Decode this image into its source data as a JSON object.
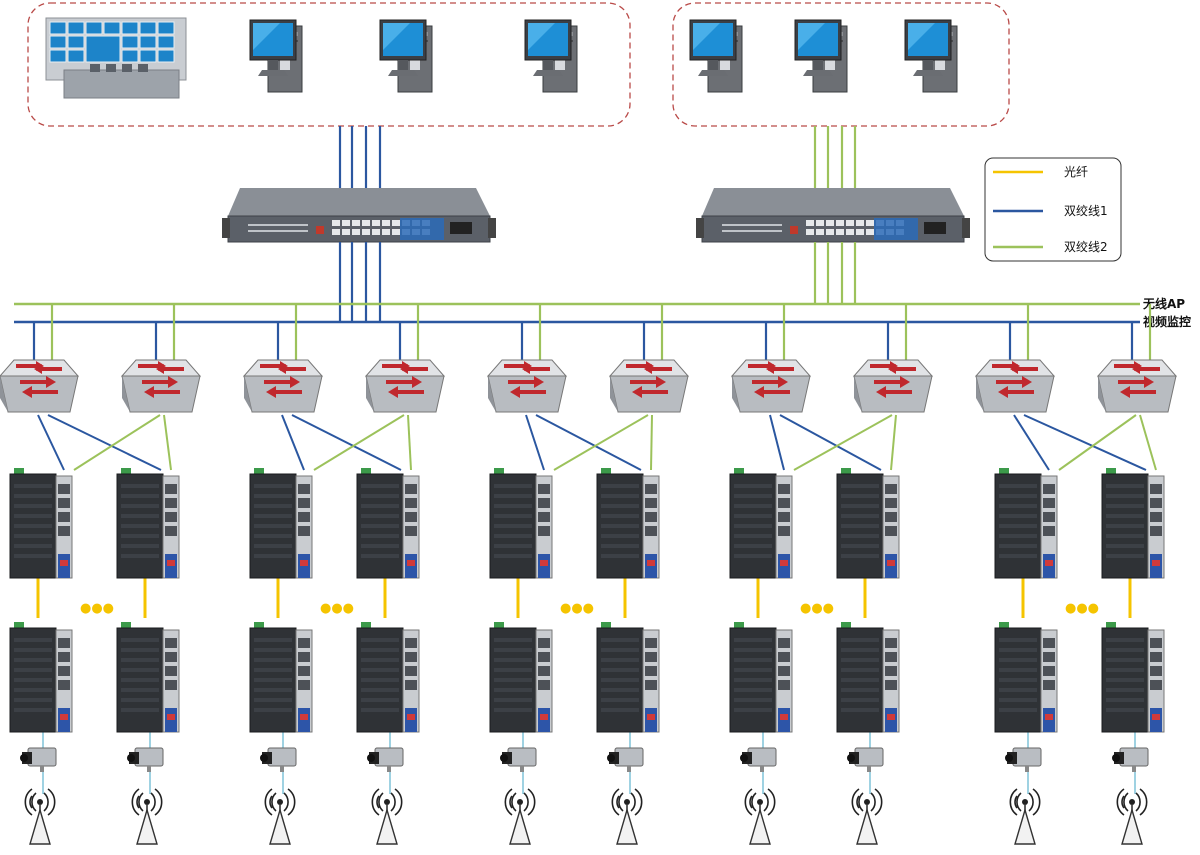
{
  "legend": {
    "items": [
      {
        "label": "光纤",
        "color": "#f5c400"
      },
      {
        "label": "双绞线1",
        "color": "#2b57a0"
      },
      {
        "label": "双绞线2",
        "color": "#9cc25b"
      }
    ]
  },
  "buses": {
    "wireless_ap": "无线AP",
    "video_monitoring": "视频监控"
  },
  "colors": {
    "fiber": "#f5c400",
    "twisted_pair_1": "#2b57a0",
    "twisted_pair_2": "#9cc25b",
    "group_border": "#b94a48",
    "camera_drop": "#7fc3d8"
  },
  "devices": {
    "video_wall": "video-wall-icon",
    "workstation": "computer-icon",
    "core_switch": "rack-switch-icon",
    "agg_switch": "workgroup-switch-icon",
    "edge_switch": "industrial-switch-icon",
    "camera": "camera-icon",
    "access_point": "wireless-ap-icon"
  },
  "ellipsis": "●●●"
}
